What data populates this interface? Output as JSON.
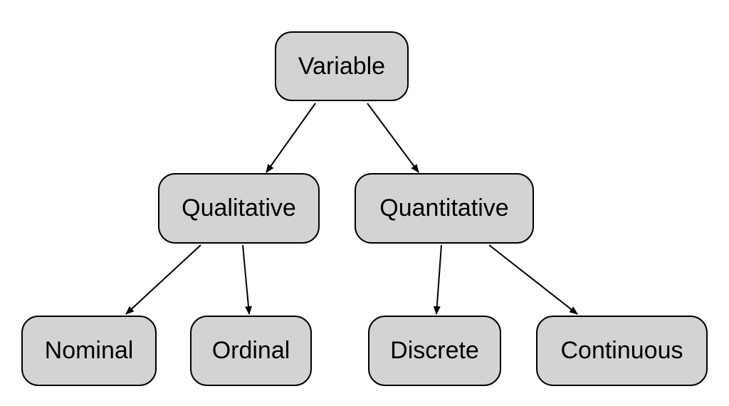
{
  "diagram": {
    "type": "tree",
    "colors": {
      "node_fill": "#d3d3d3",
      "node_border": "#000000",
      "edge": "#000000",
      "background": "#ffffff"
    },
    "nodes": {
      "variable": "Variable",
      "qualitative": "Qualitative",
      "quantitative": "Quantitative",
      "nominal": "Nominal",
      "ordinal": "Ordinal",
      "discrete": "Discrete",
      "continuous": "Continuous"
    },
    "edges": [
      {
        "from": "variable",
        "to": "qualitative"
      },
      {
        "from": "variable",
        "to": "quantitative"
      },
      {
        "from": "qualitative",
        "to": "nominal"
      },
      {
        "from": "qualitative",
        "to": "ordinal"
      },
      {
        "from": "quantitative",
        "to": "discrete"
      },
      {
        "from": "quantitative",
        "to": "continuous"
      }
    ]
  }
}
